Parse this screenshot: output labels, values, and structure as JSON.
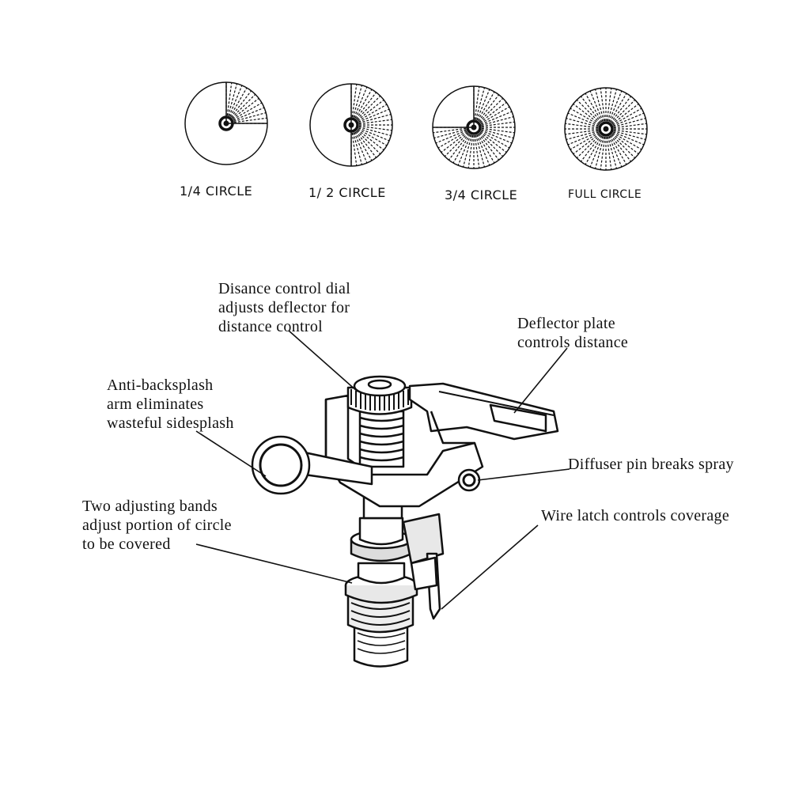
{
  "coverage_patterns": [
    {
      "label": "1/4 CIRCLE",
      "fraction": 0.25
    },
    {
      "label": "1/ 2 CIRCLE",
      "fraction": 0.5
    },
    {
      "label": "3/4 CIRCLE",
      "fraction": 0.75
    },
    {
      "label": "FULL CIRCLE",
      "fraction": 1.0
    }
  ],
  "callouts": {
    "distance_dial": [
      "Disance control dial",
      "adjusts deflector for",
      "distance control"
    ],
    "deflector_plate": [
      "Deflector plate",
      "controls distance"
    ],
    "anti_backsplash": [
      "Anti-backsplash",
      "arm eliminates",
      "wasteful sidesplash"
    ],
    "diffuser_pin": [
      "Diffuser pin breaks spray"
    ],
    "adjusting_bands": [
      "Two adjusting bands",
      "adjust portion of circle",
      "to be covered"
    ],
    "wire_latch": [
      "Wire latch controls coverage"
    ]
  },
  "colors": {
    "ink": "#111111",
    "paper": "#ffffff",
    "fill": "#dcdcdc"
  }
}
